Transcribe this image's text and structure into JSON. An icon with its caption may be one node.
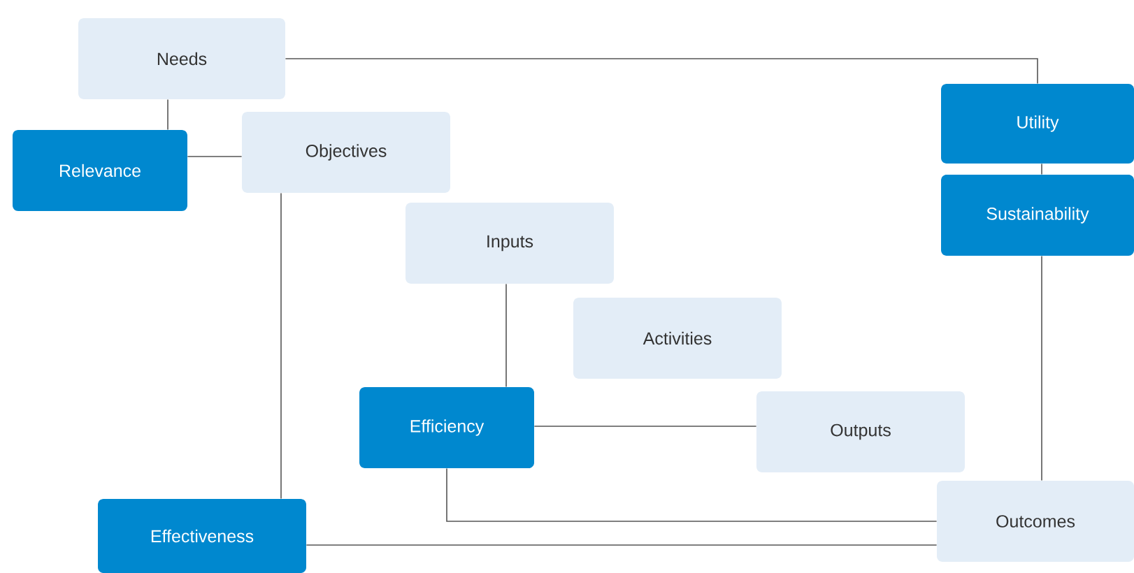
{
  "diagram": {
    "nodes": [
      {
        "text": [
          "Needs"
        ]
      },
      {
        "text": [
          "Utility"
        ]
      },
      {
        "text": [
          "Objectives"
        ]
      },
      {
        "text": [
          "Relevance"
        ]
      },
      {
        "text": [
          "Sustainability"
        ]
      },
      {
        "text": [
          "Inputs"
        ]
      },
      {
        "text": [
          "Activities"
        ]
      },
      {
        "text": [
          "Efficiency"
        ]
      },
      {
        "text": [
          "Outputs"
        ]
      },
      {
        "text": [
          "Outcomes"
        ]
      },
      {
        "text": [
          "Effectiveness"
        ]
      }
    ],
    "edges": [
      {
        "from": 0,
        "to": 1,
        "arrow": "none"
      },
      {
        "from": 0,
        "to": 3,
        "arrow": "none"
      },
      {
        "from": 3,
        "to": 2,
        "arrow": "none"
      },
      {
        "from": 1,
        "to": 4,
        "arrow": "none"
      },
      {
        "from": 4,
        "to": 9,
        "arrow": "none"
      },
      {
        "from": 2,
        "to": 10,
        "arrow": "none"
      },
      {
        "from": 5,
        "to": 7,
        "arrow": "none"
      },
      {
        "from": 7,
        "to": 8,
        "arrow": "none"
      },
      {
        "from": 7,
        "to": 9,
        "arrow": "none"
      },
      {
        "from": 10,
        "to": 9,
        "arrow": "none"
      }
    ]
  }
}
